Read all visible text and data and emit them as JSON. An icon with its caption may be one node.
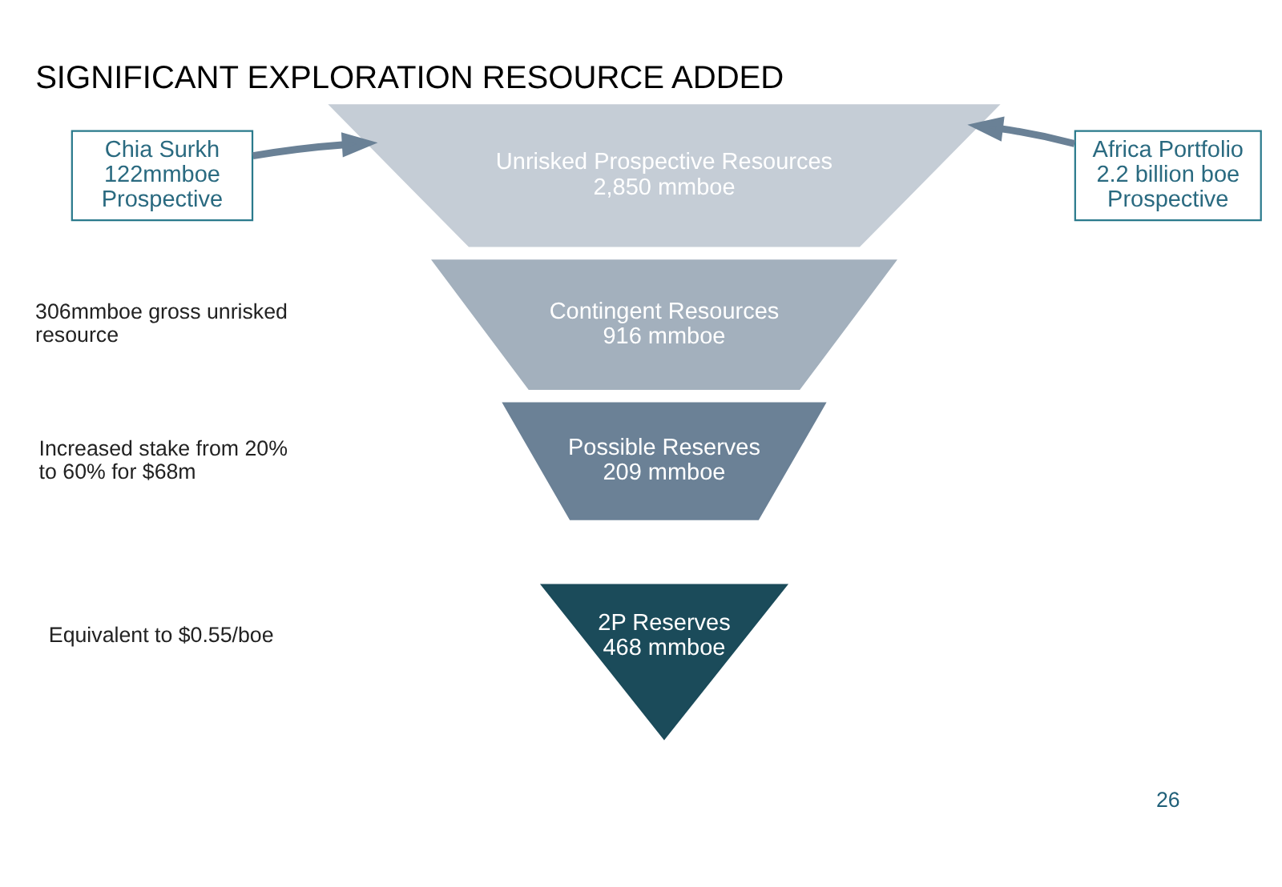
{
  "diagram": {
    "title": "SIGNIFICANT EXPLORATION RESOURCE ADDED",
    "nodes": [
      {
        "text": [
          "Chia Surkh 122mmboe Prospective"
        ]
      },
      {
        "text": [
          "Africa Portfolio 2.2 billion boe Prospective"
        ]
      },
      {
        "text": [
          "Unrisked Prospective Resources 2,850 mmboe"
        ]
      },
      {
        "text": [
          "Contingent Resources 916 mmboe"
        ]
      },
      {
        "text": [
          "Possible Reserves 209 mmboe"
        ]
      },
      {
        "text": [
          "2P Reserves 468 mmboe"
        ]
      }
    ],
    "edges": [
      {
        "from": 0,
        "to": 2,
        "arrow": "to"
      },
      {
        "from": 1,
        "to": 2,
        "arrow": "to"
      }
    ],
    "labels": [
      "306mmboe gross unrisked resource",
      "Increased stake from 20% to 60% for $68m",
      "Equivalent to $0.55/boe",
      "26"
    ]
  }
}
